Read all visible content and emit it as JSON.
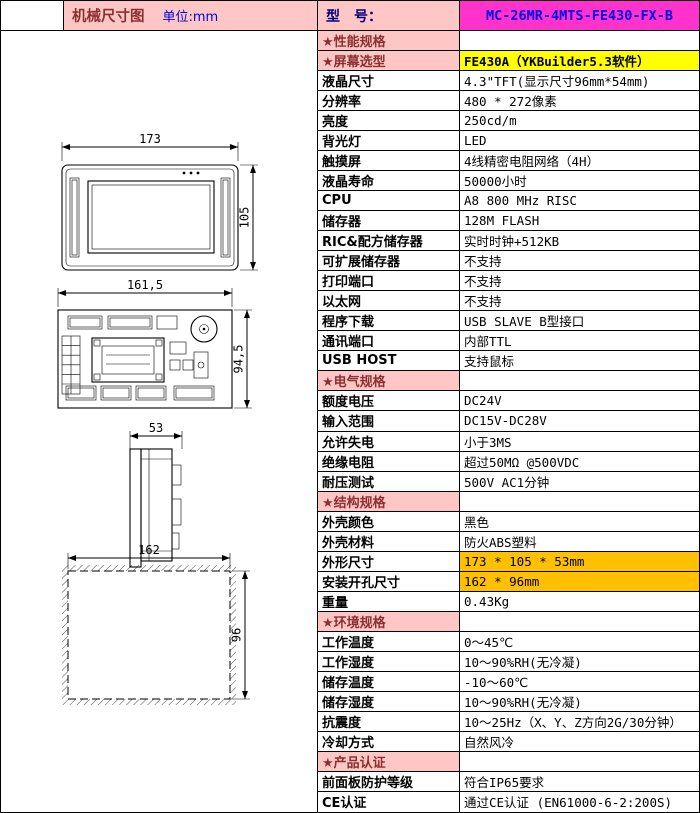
{
  "header": {
    "left_title": "机械尺寸图",
    "unit_label": "单位:mm",
    "model_label": "型　号：",
    "model_value": "MC-26MR-4MTS-FE430-FX-B"
  },
  "colors": {
    "header_pink": "#FFC6C6",
    "section_text_red": "#8B3030",
    "model_bg_magenta": "#FF33CC",
    "model_text_blue": "#0000E0",
    "highlight_yellow": "#FFFF00",
    "highlight_orange": "#FFC000"
  },
  "drawings": {
    "front_view": {
      "width": "173",
      "height": "105"
    },
    "back_view": {
      "width": "161,5",
      "height": "94,5"
    },
    "side_view": {
      "depth": "53"
    },
    "panel_cutout": {
      "width": "162",
      "height": "96"
    }
  },
  "spec_rows": [
    {
      "label": "★性能规格",
      "value": "",
      "section": true
    },
    {
      "label": "★屏幕选型",
      "value": "FE430A（YKBuilder5.3软件）",
      "section": true,
      "hl": "yellow"
    },
    {
      "label": "液晶尺寸",
      "value": "4.3\"TFT(显示尺寸96mm*54mm)"
    },
    {
      "label": "分辨率",
      "value": "480 * 272像素"
    },
    {
      "label": "亮度",
      "value": "250cd/m"
    },
    {
      "label": "背光灯",
      "value": "LED"
    },
    {
      "label": "触摸屏",
      "value": "4线精密电阻网络（4H）"
    },
    {
      "label": "液晶寿命",
      "value": "50000小时"
    },
    {
      "label": "CPU",
      "value": "A8 800 MHz RISC"
    },
    {
      "label": "储存器",
      "value": "128M FLASH"
    },
    {
      "label": "RIC&配方储存器",
      "value": "实时时钟+512KB"
    },
    {
      "label": "可扩展储存器",
      "value": "不支持"
    },
    {
      "label": "打印端口",
      "value": "不支持"
    },
    {
      "label": "以太网",
      "value": "不支持"
    },
    {
      "label": "程序下载",
      "value": "USB SLAVE B型接口"
    },
    {
      "label": "通讯端口",
      "value": "内部TTL"
    },
    {
      "label": "USB HOST",
      "value": "支持鼠标"
    },
    {
      "label": "★电气规格",
      "value": "",
      "section": true
    },
    {
      "label": "额度电压",
      "value": "DC24V"
    },
    {
      "label": "输入范围",
      "value": "DC15V-DC28V"
    },
    {
      "label": "允许失电",
      "value": "小于3MS"
    },
    {
      "label": "绝缘电阻",
      "value": "超过50MΩ @500VDC"
    },
    {
      "label": "耐压测试",
      "value": "500V AC1分钟"
    },
    {
      "label": "★结构规格",
      "value": "",
      "section": true
    },
    {
      "label": "外壳颜色",
      "value": "黑色"
    },
    {
      "label": "外壳材料",
      "value": "防火ABS塑料"
    },
    {
      "label": "外形尺寸",
      "value": "173 * 105 * 53mm",
      "hl": "orange"
    },
    {
      "label": "安装开孔尺寸",
      "value": "162 * 96mm",
      "hl": "orange"
    },
    {
      "label": "重量",
      "value": "0.43Kg"
    },
    {
      "label": "★环境规格",
      "value": "",
      "section": true
    },
    {
      "label": "工作温度",
      "value": "0～45℃"
    },
    {
      "label": "工作湿度",
      "value": "10～90%RH(无冷凝)"
    },
    {
      "label": "储存温度",
      "value": "-10～60℃"
    },
    {
      "label": "储存湿度",
      "value": "10～90%RH(无冷凝)"
    },
    {
      "label": "抗震度",
      "value": "10～25Hz（X、Y、Z方向2G/30分钟）"
    },
    {
      "label": "冷却方式",
      "value": "自然风冷"
    },
    {
      "label": "★产品认证",
      "value": "",
      "section": true
    },
    {
      "label": "前面板防护等级",
      "value": "符合IP65要求"
    },
    {
      "label": "CE认证",
      "value": "通过CE认证 (EN61000-6-2:200S)"
    }
  ]
}
